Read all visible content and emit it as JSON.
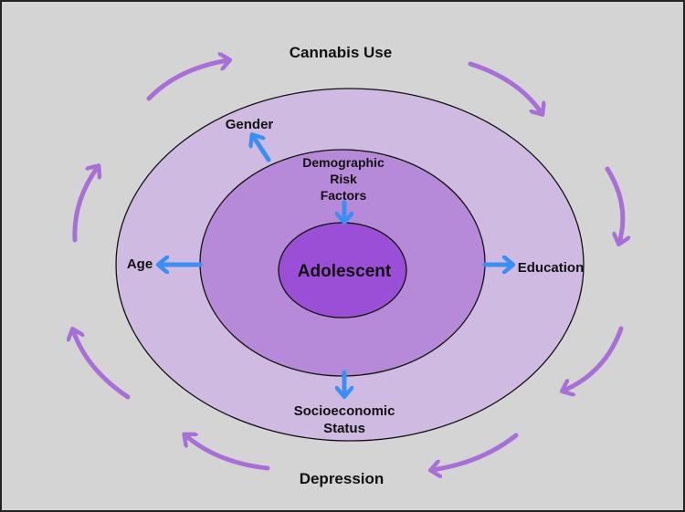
{
  "labels": {
    "top": "Cannabis Use",
    "bottom": "Depression",
    "center": "Adolescent",
    "demographic": [
      "Demographic",
      "Risk",
      "Factors"
    ],
    "gender": "Gender",
    "age": "Age",
    "education": "Education",
    "socioeconomic": [
      "Socioeconomic",
      "Status"
    ]
  },
  "colors": {
    "background": "#d4d4d4",
    "outer_ring": "#cfbbe2",
    "middle_ring": "#b68ad9",
    "inner_ring": "#9b4fd6",
    "arrow_blue": "#3b8ff2",
    "arrow_purple": "#a870d6"
  }
}
